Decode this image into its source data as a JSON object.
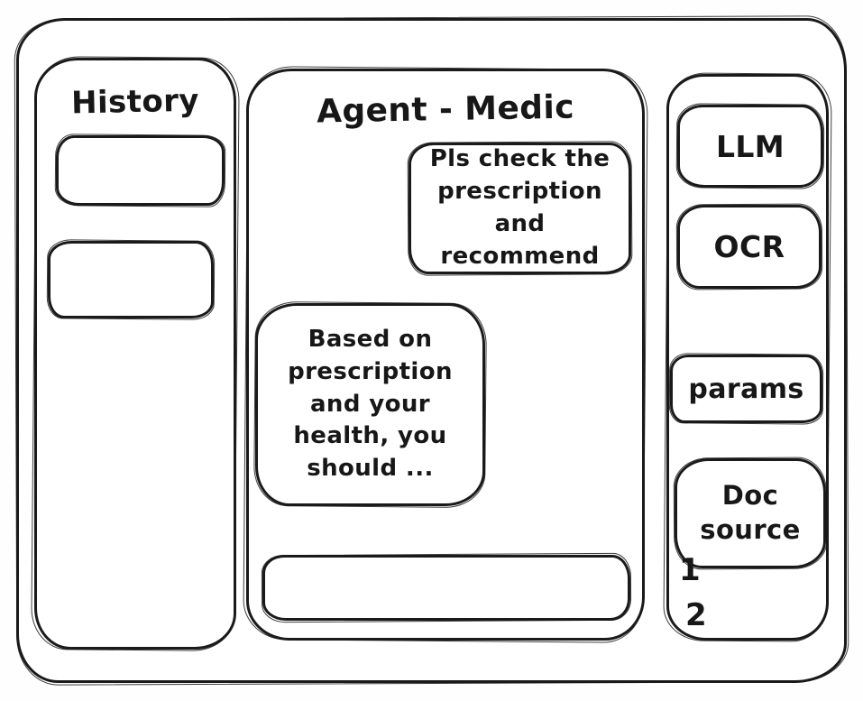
{
  "app": {
    "history": {
      "title": "History",
      "items": [
        {
          "label": ""
        },
        {
          "label": ""
        }
      ]
    },
    "chat": {
      "title": "Agent - Medic",
      "user_message": "Pls check the prescription and recommend",
      "assistant_message": "Based on prescription and your health, you should ...",
      "input_value": ""
    },
    "tools": {
      "llm_label": "LLM",
      "ocr_label": "OCR",
      "params_label": "params",
      "doc_source_label": "Doc source",
      "doc_items": [
        "1",
        "2"
      ]
    }
  }
}
